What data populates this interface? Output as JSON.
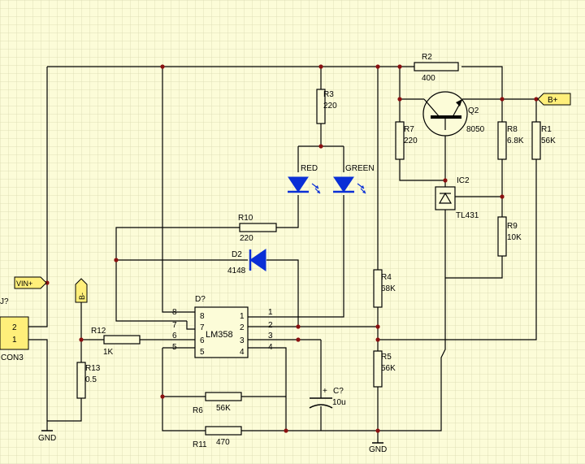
{
  "colors": {
    "background": "#fcfcd8",
    "grid": "#d9d9b0",
    "diode": "#0a2fd6",
    "port": "#ffef7a",
    "junction": "#8b1010"
  },
  "ports": {
    "bplus": "B+",
    "vin": "VIN+",
    "bminus": "B-"
  },
  "gnd": {
    "left": "GND",
    "right": "GND"
  },
  "r2": {
    "ref": "R2",
    "value": "400"
  },
  "r3": {
    "ref": "R3",
    "value": "220"
  },
  "r7": {
    "ref": "R7",
    "value": "220"
  },
  "r8": {
    "ref": "R8",
    "value": "6.8K"
  },
  "r1": {
    "ref": "R1",
    "value": "56K"
  },
  "r9": {
    "ref": "R9",
    "value": "10K"
  },
  "r10": {
    "ref": "R10",
    "value": "220"
  },
  "r4": {
    "ref": "R4",
    "value": "68K"
  },
  "r5": {
    "ref": "R5",
    "value": "56K"
  },
  "r12": {
    "ref": "R12",
    "value": "1K"
  },
  "r13": {
    "ref": "R13",
    "value": "0.5"
  },
  "r6": {
    "ref": "R6",
    "value": "56K"
  },
  "r11": {
    "ref": "R11",
    "value": "470"
  },
  "q2": {
    "ref": "Q2",
    "value": "8050"
  },
  "ic2": {
    "ref": "IC2",
    "value": "TL431"
  },
  "d2": {
    "ref": "D2",
    "value": "4148"
  },
  "led_red": {
    "label": "RED"
  },
  "led_green": {
    "label": "GREEN"
  },
  "c": {
    "ref": "C?",
    "value": "10u",
    "polarity": "+"
  },
  "u": {
    "ref": "D?",
    "value": "LM358",
    "left_pins_out": [
      "8",
      "7",
      "6",
      "5"
    ],
    "left_pins_in": [
      "8",
      "7",
      "6",
      "5"
    ],
    "right_pins_out": [
      "1",
      "2",
      "3",
      "4"
    ],
    "right_pins_in": [
      "1",
      "2",
      "3",
      "4"
    ]
  },
  "j": {
    "ref": "J?",
    "value": "CON3",
    "pins": [
      "2",
      "1"
    ]
  }
}
